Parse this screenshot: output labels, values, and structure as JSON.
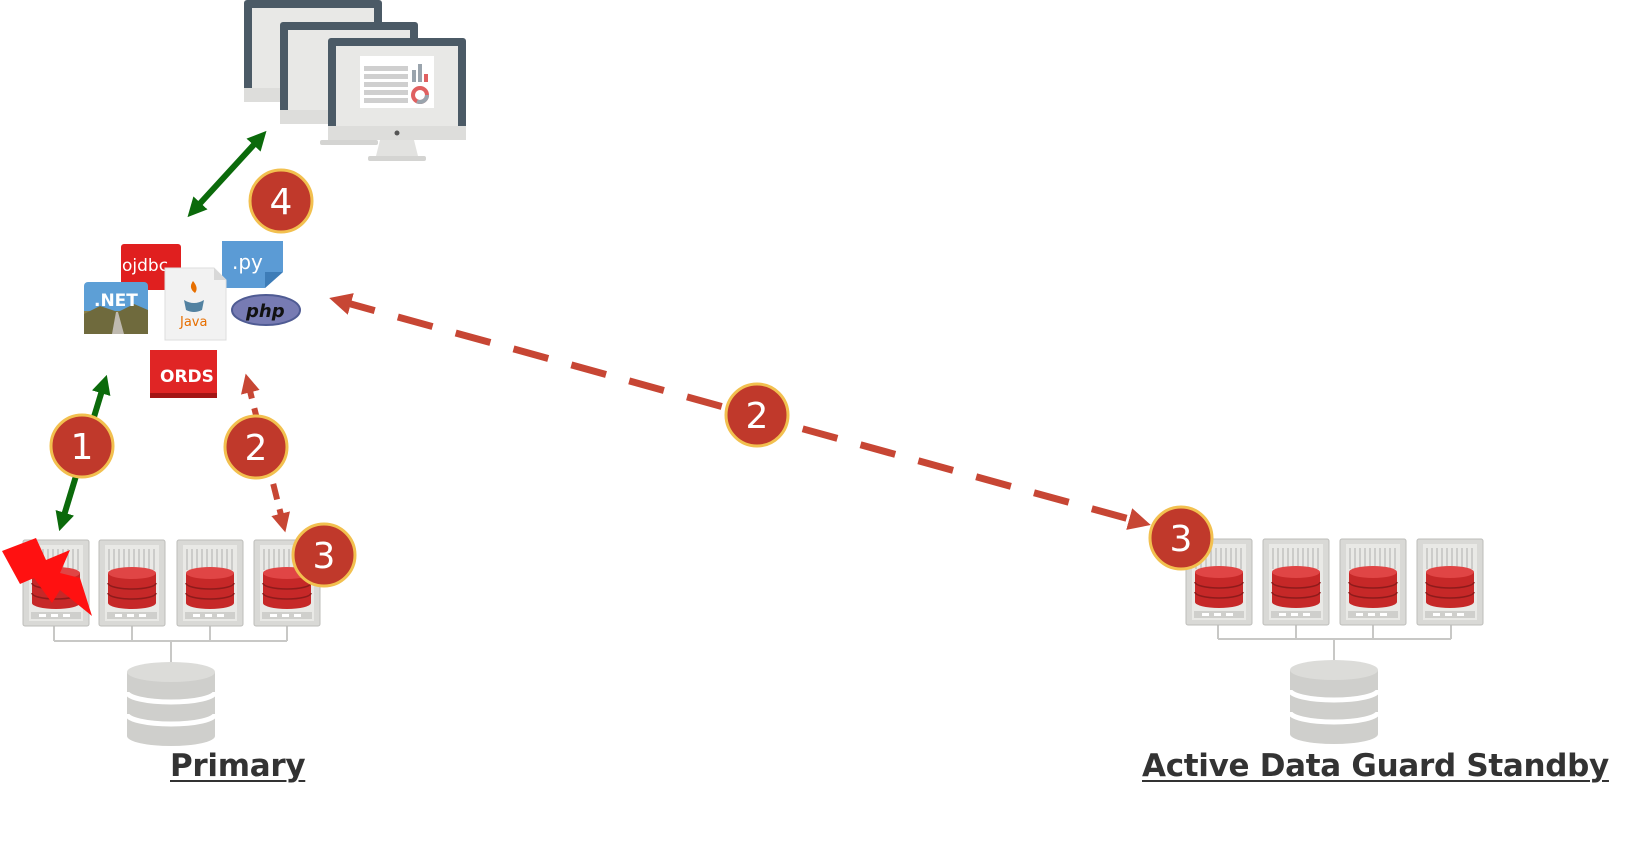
{
  "labels": {
    "primary": "Primary",
    "standby": "Active Data Guard Standby"
  },
  "steps": [
    "1",
    "2",
    "2",
    "3",
    "3",
    "4"
  ],
  "driver_logos": [
    {
      "name": "ojdbc-logo",
      "text": "ojdbc"
    },
    {
      "name": "python-logo",
      "text": ".py"
    },
    {
      "name": "dotnet-logo",
      "text": ".NET"
    },
    {
      "name": "java-logo",
      "text": "Java"
    },
    {
      "name": "php-logo",
      "text": "php"
    },
    {
      "name": "ords-logo",
      "text": "ORDS"
    }
  ],
  "colors": {
    "success_arrow": "#0b6a0b",
    "redirect_arrow": "#c74634",
    "step_badge": "#c0392b",
    "step_badge_border": "#f2c04f",
    "failure": "#ff1111",
    "db_red": "#cc2a2a",
    "server_gray": "#d4d4d1",
    "storage_gray": "#cfcfcc"
  }
}
